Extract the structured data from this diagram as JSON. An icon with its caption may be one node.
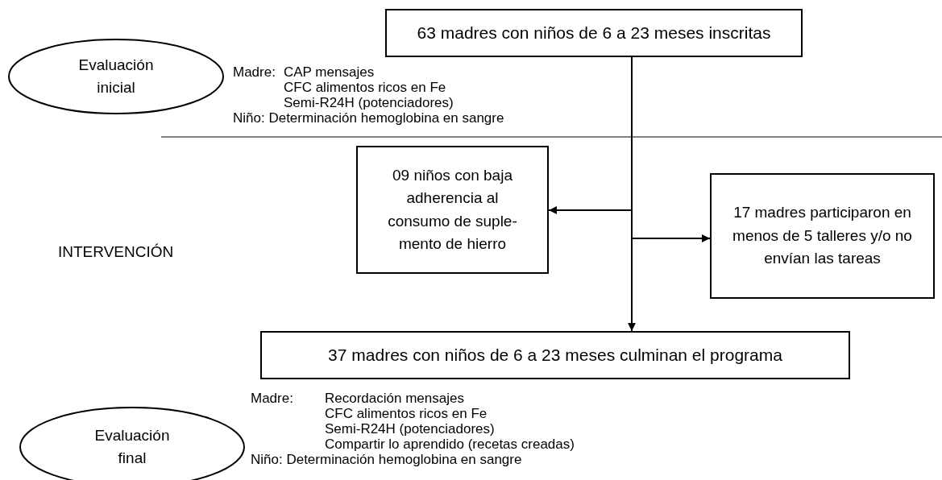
{
  "diagram": {
    "nodes": [
      {
        "text": [
          "63 madres con niños de 6 a 23 meses inscritas"
        ]
      },
      {
        "text": [
          "Evaluación inicial"
        ]
      },
      {
        "text": [
          "09 niños con baja adherencia al consumo de suple-mento de hierro"
        ]
      },
      {
        "text": [
          "17 madres participaron en menos de 5 talleres y/o no envían las tareas"
        ]
      },
      {
        "text": [
          "37 madres con niños de 6 a 23 meses culminan el programa"
        ]
      },
      {
        "text": [
          "Evaluación final"
        ]
      }
    ],
    "edges": [
      {
        "from": 0,
        "to": 2,
        "arrow": "to"
      },
      {
        "from": 0,
        "to": 3,
        "arrow": "to"
      },
      {
        "from": 0,
        "to": 4,
        "arrow": "to"
      }
    ],
    "labels": [
      "Madre:",
      "CAP mensajes",
      "CFC alimentos ricos en Fe",
      "Semi-R24H (potenciadores)",
      "Niño: Determinación hemoglobina en sangre",
      "INTERVENCIÓN",
      "Madre:",
      "Recordación mensajes",
      "CFC alimentos ricos en Fe",
      "Semi-R24H (potenciadores)",
      "Compartir lo aprendido (recetas creadas)",
      "Niño: Determinación hemoglobina en sangre"
    ]
  }
}
